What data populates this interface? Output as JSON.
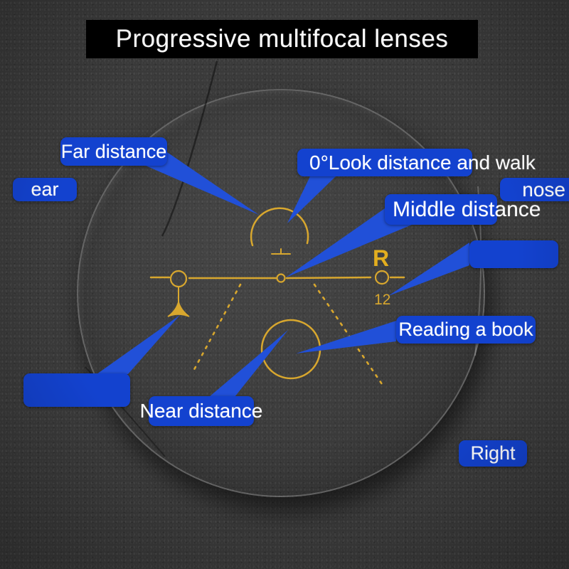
{
  "title": "Progressive multifocal lenses",
  "colors": {
    "label_blue": "#1342cf",
    "pointer_blue": "#2150d8",
    "marking_yellow": "#d8a72e",
    "title_bg": "#000000",
    "label_text": "#ffffff",
    "background": "#3a3a3a"
  },
  "labels": {
    "far_distance": "Far distance",
    "ear": "ear",
    "look_walk": "0°Look distance and walk",
    "nose": "nose",
    "middle_distance": "Middle distance",
    "blank_right": "",
    "reading_book": "Reading a book",
    "blank_left": "",
    "near_distance": "Near distance",
    "right_side": "Right"
  },
  "lens_markings": {
    "eye_letter": "R",
    "corridor_number": "12"
  }
}
